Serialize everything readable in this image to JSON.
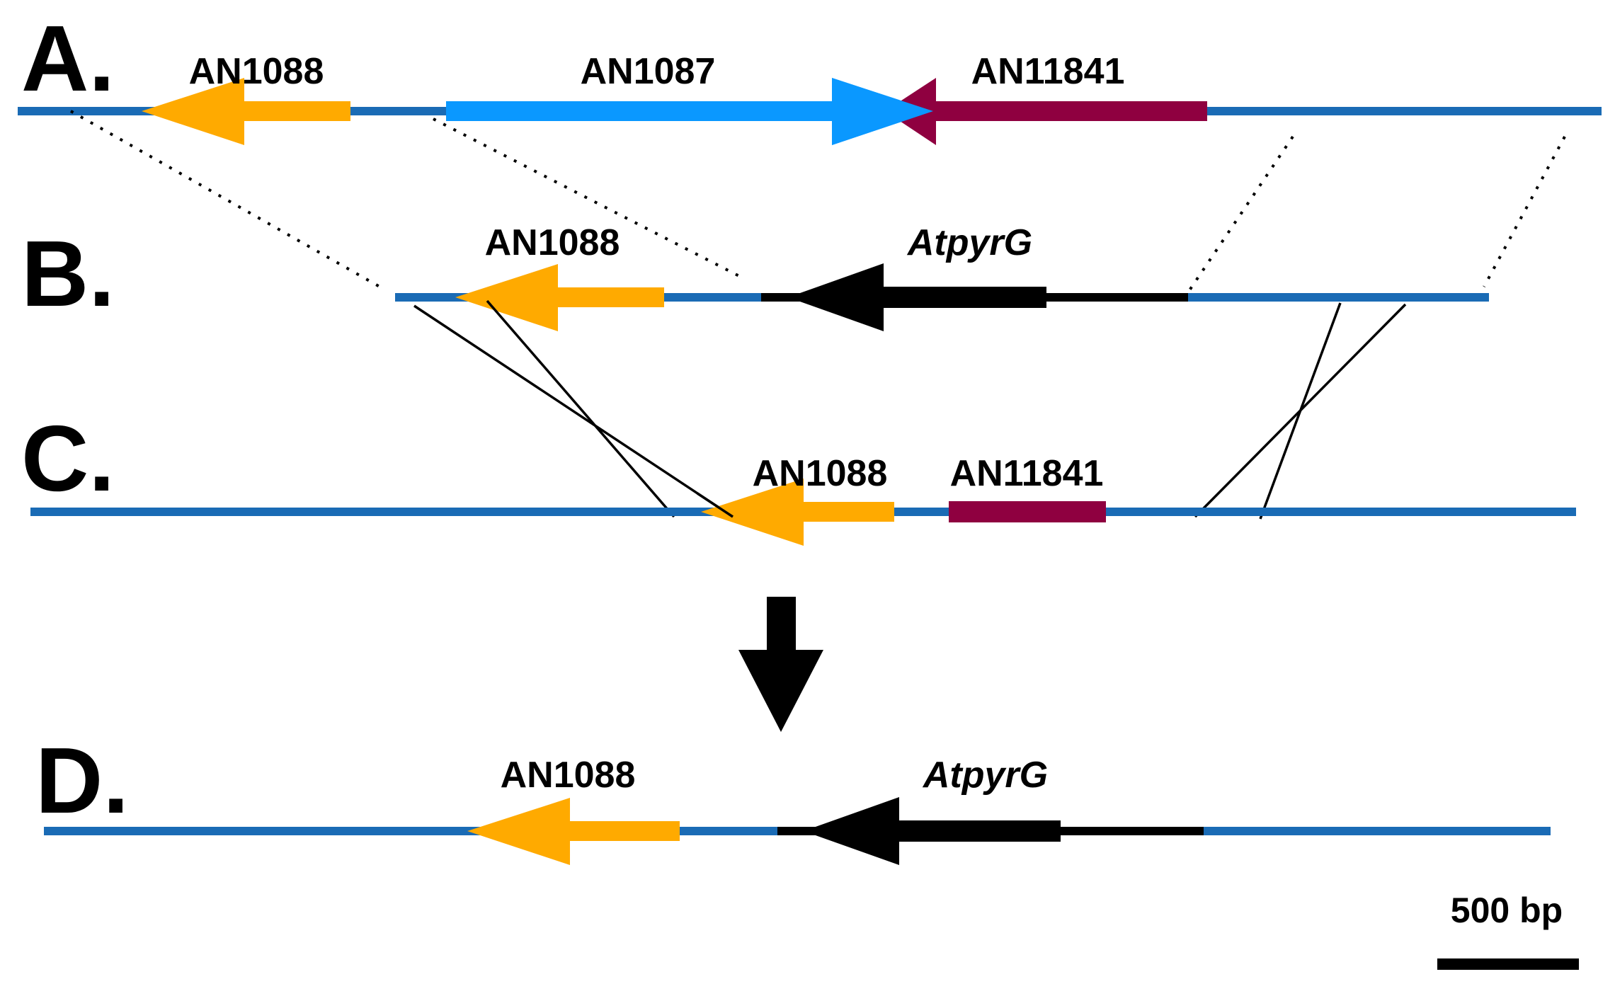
{
  "colors": {
    "chromosome": "#1a6bb5",
    "AN1088": "#ffaa00",
    "AN1087": "#0a98ff",
    "AN11841": "#8f0040",
    "AtpyrG": "#000000",
    "crossover": "#000000"
  },
  "panels": {
    "A": {
      "letter": "A.",
      "genes": {
        "AN1088": "AN1088",
        "AN1087": "AN1087",
        "AN11841": "AN11841"
      }
    },
    "B": {
      "letter": "B.",
      "genes": {
        "AN1088": "AN1088",
        "AtpyrG": "AtpyrG"
      }
    },
    "C": {
      "letter": "C.",
      "genes": {
        "AN1088": "AN1088",
        "AN11841": "AN11841"
      }
    },
    "D": {
      "letter": "D.",
      "genes": {
        "AN1088": "AN1088",
        "AtpyrG": "AtpyrG"
      }
    }
  },
  "scale_bar": {
    "label": "500 bp"
  },
  "icons": {
    "process_arrow": "down-arrow-icon"
  }
}
